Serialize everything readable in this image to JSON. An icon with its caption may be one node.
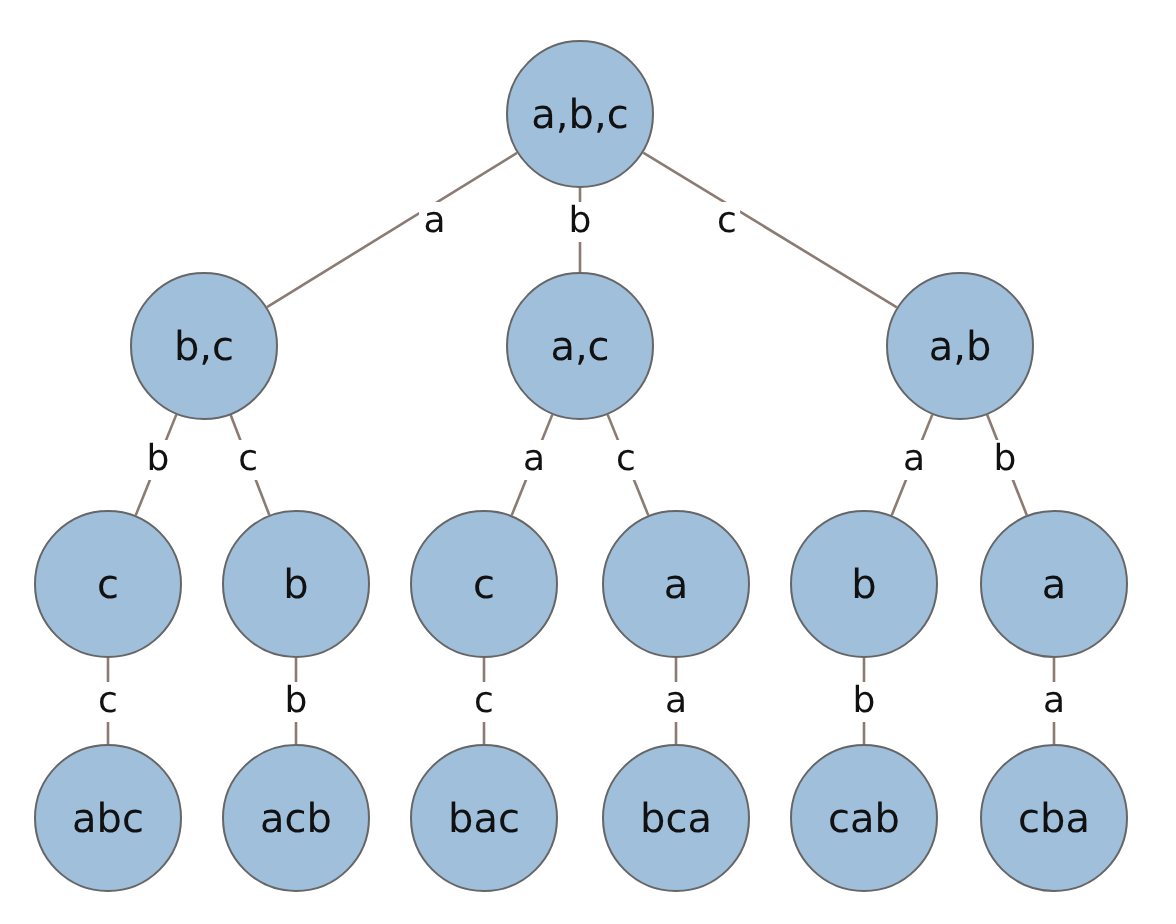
{
  "diagram": {
    "nodes": [
      {
        "text": [
          "a,b,c"
        ]
      },
      {
        "text": [
          "b,c"
        ]
      },
      {
        "text": [
          "a,c"
        ]
      },
      {
        "text": [
          "a,b"
        ]
      },
      {
        "text": [
          "c"
        ]
      },
      {
        "text": [
          "b"
        ]
      },
      {
        "text": [
          "c"
        ]
      },
      {
        "text": [
          "a"
        ]
      },
      {
        "text": [
          "b"
        ]
      },
      {
        "text": [
          "a"
        ]
      },
      {
        "text": [
          "abc"
        ]
      },
      {
        "text": [
          "acb"
        ]
      },
      {
        "text": [
          "bac"
        ]
      },
      {
        "text": [
          "bca"
        ]
      },
      {
        "text": [
          "cab"
        ]
      },
      {
        "text": [
          "cba"
        ]
      }
    ],
    "edges": [
      {
        "from": 0,
        "to": 1,
        "arrow": "none",
        "label": "a"
      },
      {
        "from": 0,
        "to": 2,
        "arrow": "none",
        "label": "b"
      },
      {
        "from": 0,
        "to": 3,
        "arrow": "none",
        "label": "c"
      },
      {
        "from": 1,
        "to": 4,
        "arrow": "none",
        "label": "b"
      },
      {
        "from": 1,
        "to": 5,
        "arrow": "none",
        "label": "c"
      },
      {
        "from": 2,
        "to": 6,
        "arrow": "none",
        "label": "a"
      },
      {
        "from": 2,
        "to": 7,
        "arrow": "none",
        "label": "c"
      },
      {
        "from": 3,
        "to": 8,
        "arrow": "none",
        "label": "a"
      },
      {
        "from": 3,
        "to": 9,
        "arrow": "none",
        "label": "b"
      },
      {
        "from": 4,
        "to": 10,
        "arrow": "none",
        "label": "c"
      },
      {
        "from": 5,
        "to": 11,
        "arrow": "none",
        "label": "b"
      },
      {
        "from": 6,
        "to": 12,
        "arrow": "none",
        "label": "c"
      },
      {
        "from": 7,
        "to": 13,
        "arrow": "none",
        "label": "a"
      },
      {
        "from": 8,
        "to": 14,
        "arrow": "none",
        "label": "b"
      },
      {
        "from": 9,
        "to": 15,
        "arrow": "none",
        "label": "a"
      }
    ]
  }
}
